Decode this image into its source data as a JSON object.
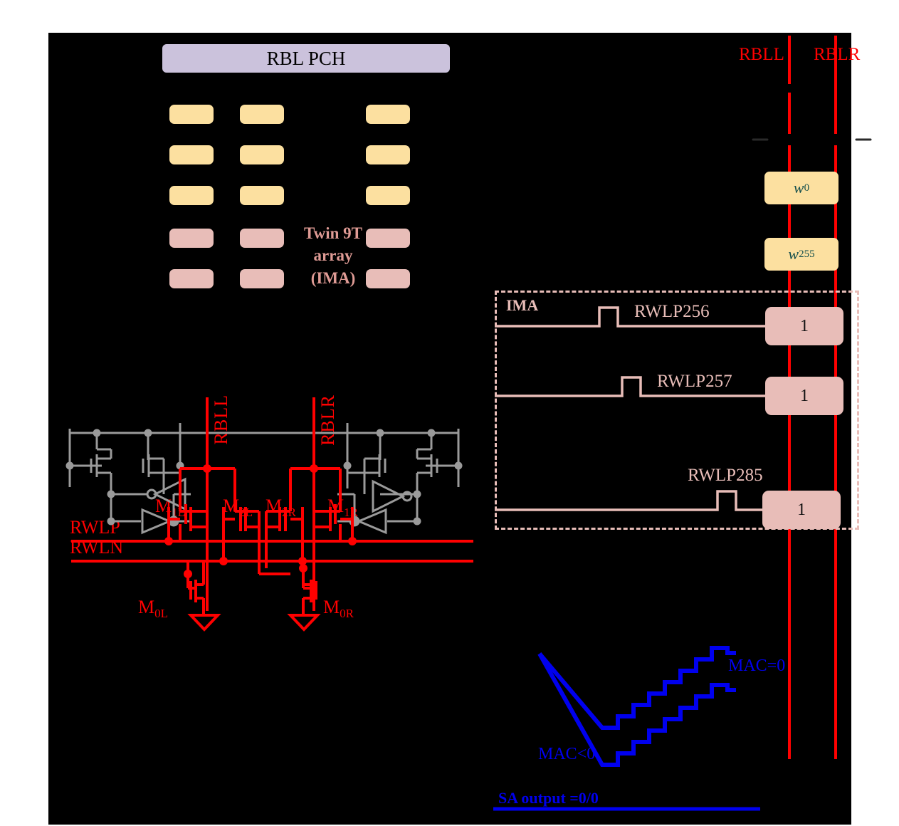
{
  "figure": {
    "title_bar": {
      "label": "RBL PCH"
    },
    "array_caption": {
      "line1": "Twin 9T",
      "line2": "array",
      "line3": "(IMA)"
    },
    "bitlines": {
      "left": "RBLL",
      "right": "RBLR"
    },
    "weights": [
      {
        "symbol": "w",
        "index": "0"
      },
      {
        "symbol": "w",
        "index": "255"
      }
    ],
    "ima": {
      "label": "IMA",
      "rows": [
        {
          "pulse_label": "RWLP256",
          "cell_value": "1"
        },
        {
          "pulse_label": "RWLP257",
          "cell_value": "1"
        },
        {
          "pulse_label": "RWLP285",
          "cell_value": "1"
        }
      ]
    },
    "schematic": {
      "bitline_left": "RBLL",
      "bitline_right": "RBLR",
      "wordline_p": "RWLP",
      "wordline_n": "RWLN",
      "transistors": [
        {
          "name": "M",
          "sub": "1L"
        },
        {
          "name": "M",
          "sub": "2L"
        },
        {
          "name": "M",
          "sub": "2R"
        },
        {
          "name": "M",
          "sub": "1R"
        },
        {
          "name": "M",
          "sub": "0L"
        },
        {
          "name": "M",
          "sub": "0R"
        }
      ]
    },
    "waveform": {
      "trace_top_label": "MAC=0",
      "trace_bottom_label": "MAC<0",
      "sa_output": "SA output =0/0"
    },
    "colors": {
      "background": "#000000",
      "header_fill": "#cbc2dc",
      "weight_fill": "#fce0a0",
      "cell_fill": "#e8bdb8",
      "bitline": "#ff0000",
      "sram_gray": "#9a9a9a",
      "waveform_blue": "#0000ee",
      "weight_text": "#16504d"
    }
  }
}
